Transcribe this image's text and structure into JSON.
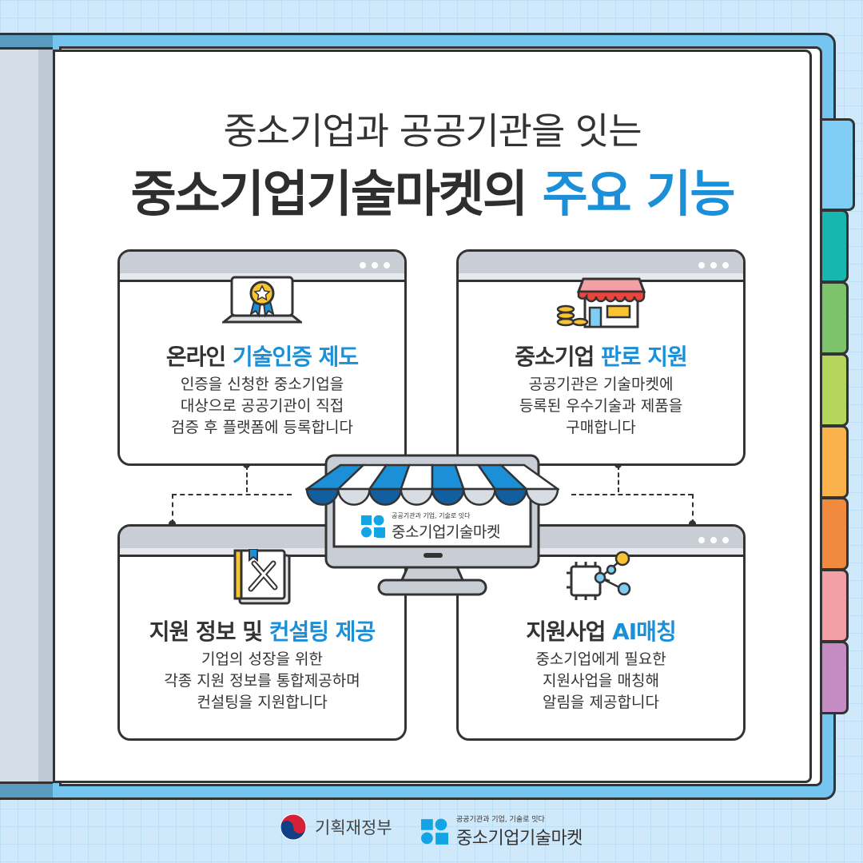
{
  "header": {
    "subtitle": "중소기업과 공공기관을 잇는",
    "title_main": "중소기업기술마켓의",
    "title_highlight": "주요 기능"
  },
  "colors": {
    "accent": "#1b8fd8",
    "frame": "#74c6f0",
    "background": "#cfe9fb"
  },
  "tabs": [
    "#7fcdf5",
    "#17b6ae",
    "#7dc36b",
    "#b4d65a",
    "#f9b34a",
    "#f08a3e",
    "#f2a0a6",
    "#c48cc3"
  ],
  "cards": [
    {
      "icon": "certificate-laptop-icon",
      "title": "온라인",
      "title_highlight": "기술인증 제도",
      "desc": [
        "인증을 신청한 중소기업을",
        "대상으로 공공기관이 직접",
        "검증 후 플랫폼에 등록합니다"
      ]
    },
    {
      "icon": "store-icon",
      "title": "중소기업",
      "title_highlight": "판로 지원",
      "desc": [
        "공공기관은 기술마켓에",
        "등록된 우수기술과 제품을",
        "구매합니다"
      ]
    },
    {
      "icon": "tools-book-icon",
      "title": "지원 정보 및",
      "title_highlight": "컨설팅 제공",
      "desc": [
        "기업의 성장을 위한",
        "각종 지원 정보를 통합제공하며",
        "컨설팅을 지원합니다"
      ]
    },
    {
      "icon": "ai-chip-icon",
      "title": "지원사업",
      "title_highlight": "AI매칭",
      "desc": [
        "중소기업에게 필요한",
        "지원사업을 매칭해",
        "알림을 제공합니다"
      ]
    }
  ],
  "monitor": {
    "tagline": "공공기관과 기업, 기술로 잇다",
    "name": "중소기업기술마켓"
  },
  "footer": {
    "ministry": "기획재정부",
    "brand_tagline": "공공기관과 기업, 기술로 잇다",
    "brand_name": "중소기업기술마켓"
  }
}
